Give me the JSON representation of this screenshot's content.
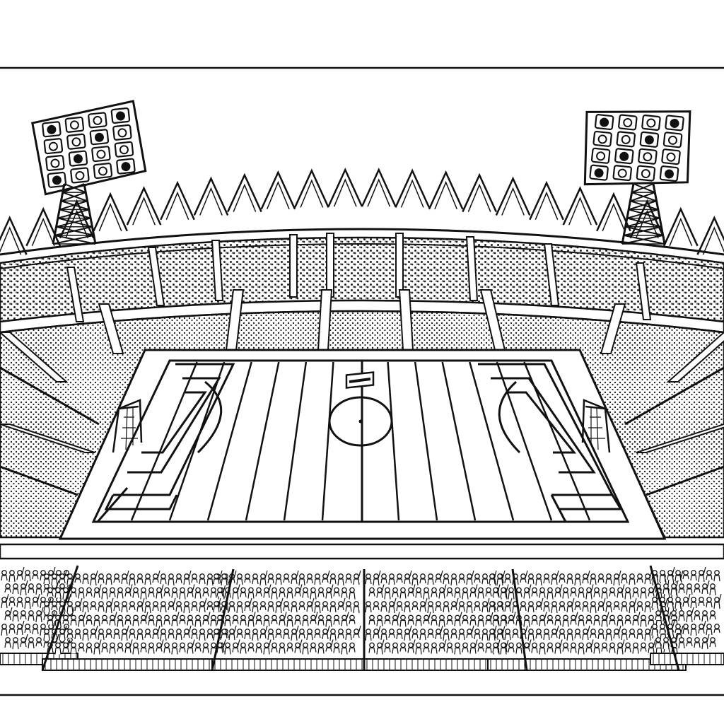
{
  "illustration": {
    "style": "black-and-white line art",
    "subject": "stadium",
    "colors": {
      "ink": "#111111",
      "paper": "#ffffff",
      "crowd_tint": "#222222"
    },
    "floodlight_count": 2,
    "floodlight_grid": "4x4",
    "roof_spike_count": 22,
    "goal_count": 2
  }
}
